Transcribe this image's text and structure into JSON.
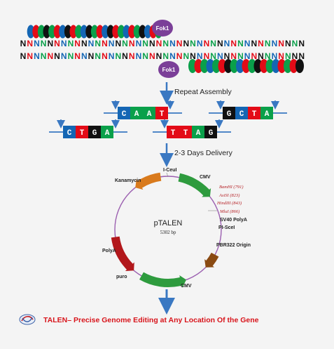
{
  "colors": {
    "blue": "#1466b4",
    "green": "#0aa04a",
    "red": "#e30b17",
    "black": "#111111",
    "fok1": "#7b3f98",
    "arrow": "#3a78c2",
    "caption": "#d8141b",
    "plasmid_green": "#2e9b3e",
    "plasmid_red": "#b2171b",
    "plasmid_orange": "#d97a1c",
    "plasmid_brown": "#8a4a12",
    "plasmid_ring": "#9b5fb0",
    "site_red": "#b52025"
  },
  "dna": {
    "top_strand": "NNNNNNNNNNNNNNNNNNNNNNNNNNNNNNNNNNNNNNNNNN",
    "top_strand_colors": [
      "black",
      "red",
      "blue",
      "green",
      "black",
      "red",
      "blue",
      "green",
      "red",
      "black",
      "blue",
      "green",
      "red",
      "blue",
      "black",
      "green",
      "red",
      "blue",
      "green",
      "black",
      "red",
      "green",
      "blue",
      "red",
      "black",
      "green",
      "blue",
      "red",
      "green",
      "black",
      "blue",
      "red",
      "green",
      "blue",
      "black",
      "red",
      "green",
      "blue",
      "red",
      "black",
      "green",
      "black"
    ],
    "bottom_strand": "NNNNNNNNNNNNNNNNNNNNNNNNNNNNNNNNNNNNNNNNNN",
    "bottom_strand_colors": [
      "black",
      "red",
      "blue",
      "green",
      "red",
      "black",
      "blue",
      "green",
      "red",
      "blue",
      "black",
      "green",
      "red",
      "blue",
      "green",
      "black",
      "red",
      "blue",
      "green",
      "red",
      "black",
      "green",
      "blue",
      "red",
      "green",
      "black",
      "blue",
      "red",
      "green",
      "blue",
      "black",
      "red",
      "green",
      "blue",
      "red",
      "black",
      "green",
      "blue",
      "red",
      "green",
      "black",
      "black"
    ],
    "top_repeat_colors": [
      "blue",
      "red",
      "green",
      "black",
      "green",
      "red",
      "blue",
      "black",
      "red",
      "green",
      "blue",
      "black",
      "green",
      "red",
      "blue",
      "black",
      "red",
      "green",
      "blue",
      "red",
      "green",
      "black",
      "blue",
      "red",
      "green"
    ],
    "bottom_repeat_colors": [
      "green",
      "red",
      "green",
      "blue",
      "green",
      "red",
      "black",
      "green",
      "blue",
      "red",
      "green",
      "black",
      "red",
      "green",
      "blue",
      "red",
      "green",
      "red",
      "black"
    ]
  },
  "fok1_label": "Fok1",
  "steps": {
    "repeat_assembly": "Repeat Assembly",
    "delivery": "2-3 Days Delivery"
  },
  "modules": [
    {
      "letters": [
        "C",
        "A",
        "A",
        "T"
      ],
      "colors": [
        "blue",
        "green",
        "green",
        "red"
      ]
    },
    {
      "letters": [
        "G",
        "C",
        "T",
        "A"
      ],
      "colors": [
        "black",
        "blue",
        "red",
        "green"
      ]
    },
    {
      "letters": [
        "C",
        "T",
        "G",
        "A"
      ],
      "colors": [
        "blue",
        "red",
        "black",
        "green"
      ]
    },
    {
      "letters": [
        "T",
        "T",
        "A",
        "G"
      ],
      "colors": [
        "red",
        "red",
        "green",
        "black"
      ]
    }
  ],
  "plasmid": {
    "name": "pTALEN",
    "size": "5302 bp",
    "labels": {
      "iceu": "I-CeuI",
      "cmv_top": "CMV",
      "bamhi": "BamHI (791)",
      "asisi": "AsiSI (823)",
      "hindiii": "HindIII (843)",
      "mlui": "MluI (866)",
      "sv40": "SV40 PolyA",
      "pscei": "PI-SceI",
      "pbr322": "PBR322 Origin",
      "cmv_bottom": "CMV",
      "puro": "puro",
      "polya": "PolyA",
      "kanamycin": "Kanamycin"
    }
  },
  "caption": "TALEN– Precise Genome Editing at Any Location Of the Gene"
}
